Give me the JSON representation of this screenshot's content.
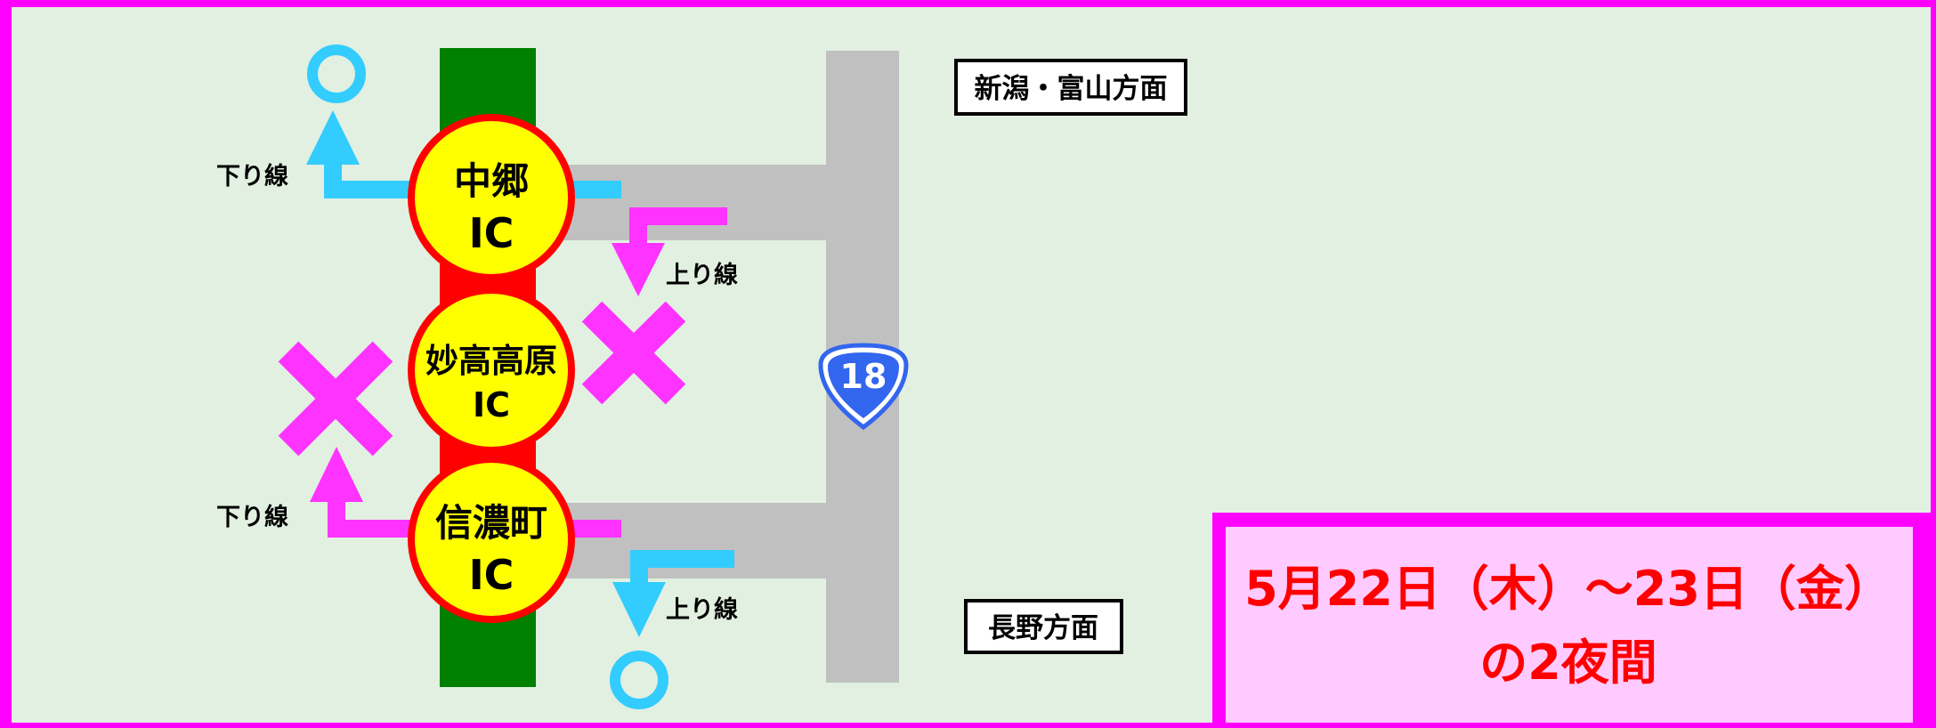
{
  "ics": {
    "nakago": {
      "line1": "中郷",
      "line2": "IC"
    },
    "myoko": {
      "line1": "妙高高原",
      "line2": "IC"
    },
    "shinano": {
      "line1": "信濃町",
      "line2": "IC"
    }
  },
  "labels": {
    "down_top": "下り線",
    "up_top": "上り線",
    "down_bottom": "下り線",
    "up_bottom": "上り線"
  },
  "directions": {
    "north": "新潟・富山方面",
    "south": "長野方面"
  },
  "route": {
    "number": "18"
  },
  "notice": {
    "line1": "5月22日（木）～23日（金）",
    "line2": "の2夜間"
  },
  "colors": {
    "frame": "#ff00ff",
    "background": "#e1f0e1",
    "notice_bg": "#ffcaff",
    "notice_text": "#ff0000",
    "expressway": "#008000",
    "closed_section": "#ff0000",
    "ic_fill": "#ffff00",
    "ic_border": "#ff0000",
    "national_road": "#c0c0c0",
    "open_route": "#33ccff",
    "closed_route": "#ff33ff",
    "route_shield": "#3366ee"
  },
  "symbols": {
    "open": "circle",
    "closed": "cross"
  }
}
